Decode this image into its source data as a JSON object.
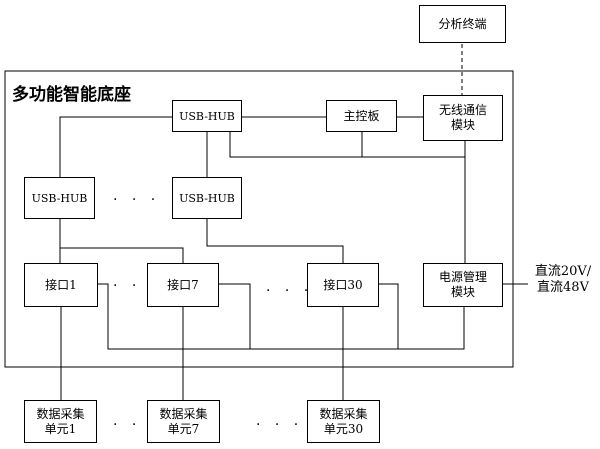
{
  "base_title": "多功能智能底座",
  "terminal_label": "分析终端",
  "usb_hub_top_label": "USB-HUB",
  "main_board_label": "主控板",
  "wireless_line1": "无线通信",
  "wireless_line2": "模块",
  "usb_hub_left_label": "USB-HUB",
  "usb_hub_mid_label": "USB-HUB",
  "port_1_label": "接口1",
  "port_7_label": "接口7",
  "port_30_label": "接口30",
  "power_mgmt_line1": "电源管理",
  "power_mgmt_line2": "模块",
  "power_input_line1": "直流20V/",
  "power_input_line2": "直流48V",
  "unit_1_line1": "数据采集",
  "unit_1_line2": "单元1",
  "unit_7_line1": "数据采集",
  "unit_7_line2": "单元7",
  "unit_30_line1": "数据采集",
  "unit_30_line2": "单元30",
  "ellipsis": "· · ·"
}
